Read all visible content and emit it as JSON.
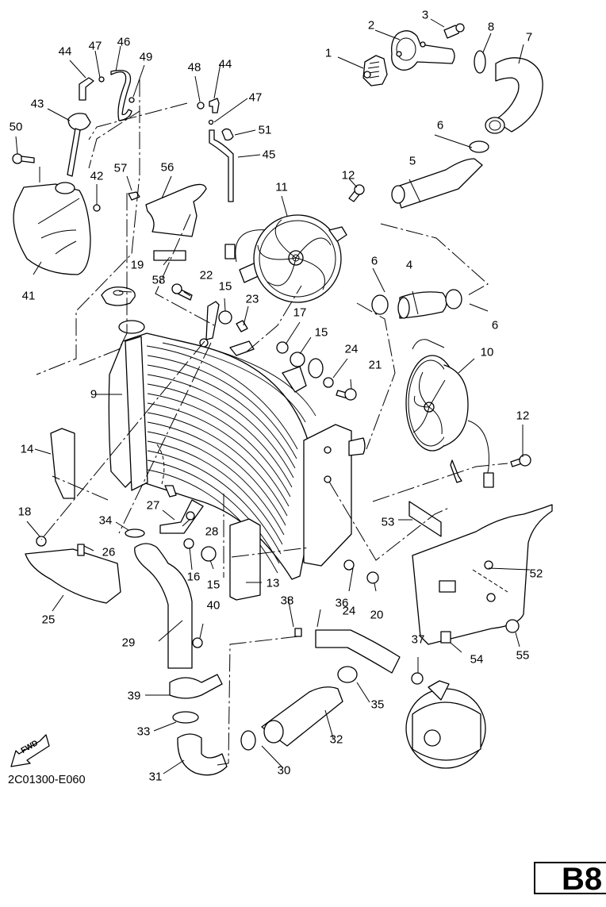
{
  "document": {
    "type": "exploded parts diagram",
    "drawing_code": "2C01300-E060",
    "page_reference": "B8",
    "direction_marker": "FWD"
  },
  "callouts": [
    {
      "id": "c1",
      "label": "1"
    },
    {
      "id": "c2",
      "label": "2"
    },
    {
      "id": "c3",
      "label": "3"
    },
    {
      "id": "c4",
      "label": "4"
    },
    {
      "id": "c5",
      "label": "5"
    },
    {
      "id": "c6a",
      "label": "6"
    },
    {
      "id": "c6b",
      "label": "6"
    },
    {
      "id": "c6c",
      "label": "6"
    },
    {
      "id": "c7",
      "label": "7"
    },
    {
      "id": "c8",
      "label": "8"
    },
    {
      "id": "c9",
      "label": "9"
    },
    {
      "id": "c10",
      "label": "10"
    },
    {
      "id": "c11",
      "label": "11"
    },
    {
      "id": "c12a",
      "label": "12"
    },
    {
      "id": "c12b",
      "label": "12"
    },
    {
      "id": "c13",
      "label": "13"
    },
    {
      "id": "c14",
      "label": "14"
    },
    {
      "id": "c15a",
      "label": "15"
    },
    {
      "id": "c15b",
      "label": "15"
    },
    {
      "id": "c15c",
      "label": "15"
    },
    {
      "id": "c16",
      "label": "16"
    },
    {
      "id": "c17",
      "label": "17"
    },
    {
      "id": "c18",
      "label": "18"
    },
    {
      "id": "c19",
      "label": "19"
    },
    {
      "id": "c20",
      "label": "20"
    },
    {
      "id": "c21",
      "label": "21"
    },
    {
      "id": "c22",
      "label": "22"
    },
    {
      "id": "c23",
      "label": "23"
    },
    {
      "id": "c24a",
      "label": "24"
    },
    {
      "id": "c24b",
      "label": "24"
    },
    {
      "id": "c25",
      "label": "25"
    },
    {
      "id": "c26",
      "label": "26"
    },
    {
      "id": "c27",
      "label": "27"
    },
    {
      "id": "c28",
      "label": "28"
    },
    {
      "id": "c29",
      "label": "29"
    },
    {
      "id": "c30",
      "label": "30"
    },
    {
      "id": "c31",
      "label": "31"
    },
    {
      "id": "c32",
      "label": "32"
    },
    {
      "id": "c33",
      "label": "33"
    },
    {
      "id": "c34",
      "label": "34"
    },
    {
      "id": "c35",
      "label": "35"
    },
    {
      "id": "c36",
      "label": "36"
    },
    {
      "id": "c37",
      "label": "37"
    },
    {
      "id": "c38",
      "label": "38"
    },
    {
      "id": "c39",
      "label": "39"
    },
    {
      "id": "c40",
      "label": "40"
    },
    {
      "id": "c41",
      "label": "41"
    },
    {
      "id": "c42",
      "label": "42"
    },
    {
      "id": "c43",
      "label": "43"
    },
    {
      "id": "c44a",
      "label": "44"
    },
    {
      "id": "c44b",
      "label": "44"
    },
    {
      "id": "c45",
      "label": "45"
    },
    {
      "id": "c46",
      "label": "46"
    },
    {
      "id": "c47a",
      "label": "47"
    },
    {
      "id": "c47b",
      "label": "47"
    },
    {
      "id": "c48",
      "label": "48"
    },
    {
      "id": "c49",
      "label": "49"
    },
    {
      "id": "c50",
      "label": "50"
    },
    {
      "id": "c51",
      "label": "51"
    },
    {
      "id": "c52",
      "label": "52"
    },
    {
      "id": "c53",
      "label": "53"
    },
    {
      "id": "c54",
      "label": "54"
    },
    {
      "id": "c55",
      "label": "55"
    },
    {
      "id": "c56",
      "label": "56"
    },
    {
      "id": "c57",
      "label": "57"
    },
    {
      "id": "c58",
      "label": "58"
    }
  ]
}
